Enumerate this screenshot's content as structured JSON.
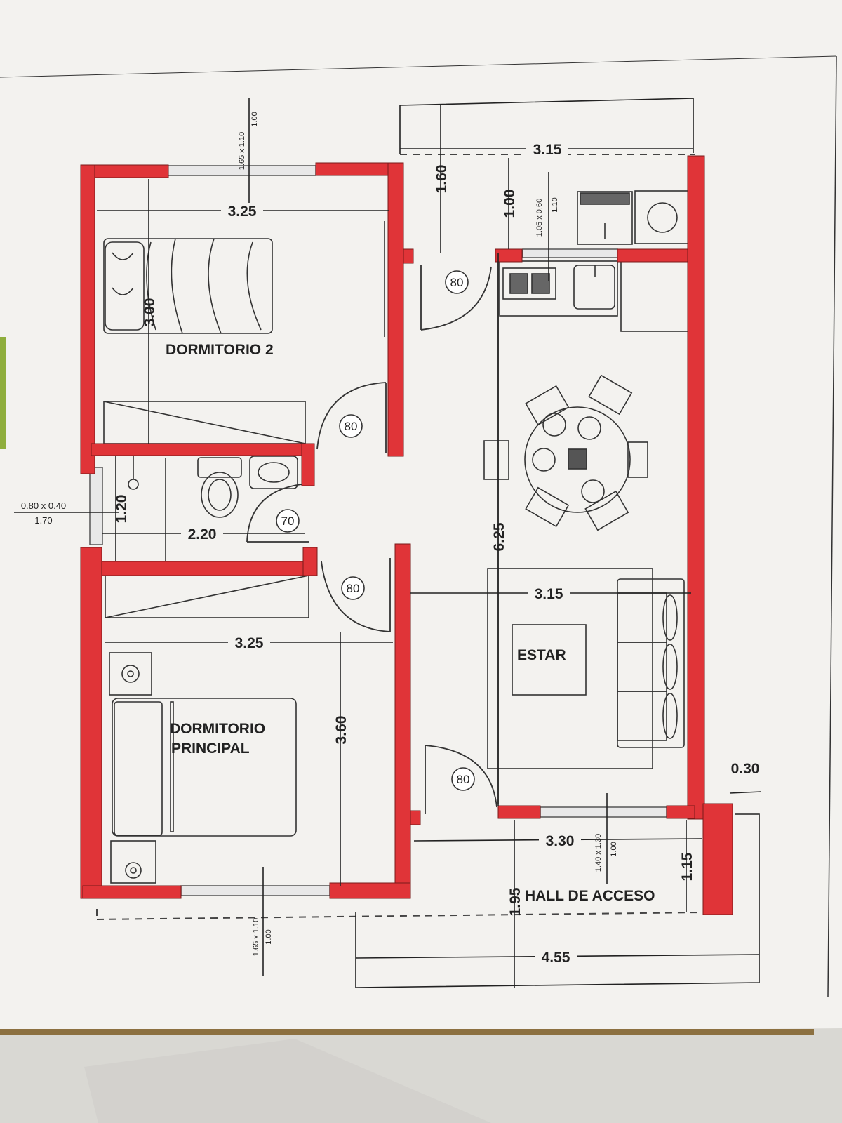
{
  "colors": {
    "wall": "#e03438",
    "line": "#2a2a2a",
    "paper": "#f2f1ee",
    "band": "#8c7040"
  },
  "rooms": {
    "dorm2": "DORMITORIO 2",
    "bath_label": "",
    "principal_line1": "DORMITORIO",
    "principal_line2": "PRINCIPAL",
    "estar": "ESTAR",
    "hall": "HALL DE ACCESO"
  },
  "dimensions": {
    "d2_width": "3.25",
    "d2_height": "3.00",
    "bath_width": "2.20",
    "bath_height": "1.20",
    "dp_width": "3.25",
    "dp_height": "3.60",
    "top_width": "3.15",
    "top_left_height": "1.60",
    "top_mid_height": "1.00",
    "estar_width": "3.15",
    "total_height": "6.25",
    "hall_width": "3.30",
    "hall_height": "1.15",
    "bottom_height": "1.95",
    "bottom_width": "4.55",
    "wall_thickness": "0.30"
  },
  "doors": [
    "80",
    "80",
    "70",
    "80",
    "80"
  ],
  "windows": {
    "top_left": {
      "size": "1.65 x 1.10",
      "sill": "1.00"
    },
    "kitchen": {
      "size": "1.05 x 0.60",
      "sill": "1.10"
    },
    "bath": {
      "size": "0.80 x 0.40",
      "sill": "1.70"
    },
    "bottom_left": {
      "size": "1.65 x 1.10",
      "sill": "1.00"
    },
    "estar": {
      "size": "1.40 x 1.30",
      "sill": "1.00"
    }
  }
}
